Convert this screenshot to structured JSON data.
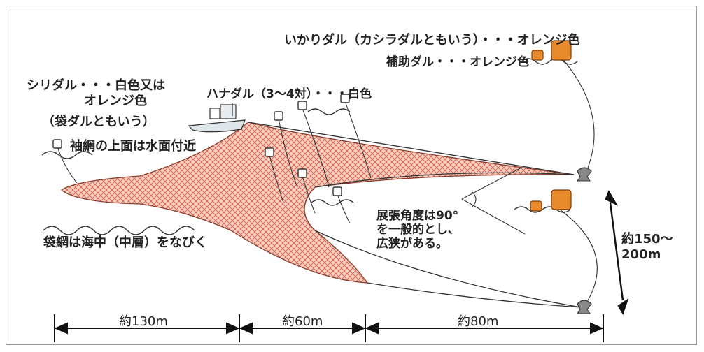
{
  "labels": {
    "anchor_buoy": "いかりダル（カシラダルともいう）・・・オレンジ色",
    "aux_buoy": "補助ダル・・・オレンジ色",
    "hana_buoy": "ハナダル（3～4対）・・・白色",
    "shiri_buoy_line1": "シリダル・・・白色又は",
    "shiri_buoy_line2": "オレンジ色",
    "fukuro_alias": "（袋ダルともいう）",
    "sode_surface": "袖網の上面は水面付近",
    "fukuro_drift": "袋網は海中（中層）をなびく",
    "angle_line1": "展張角度は90°",
    "angle_line2": "を一般的とし、",
    "angle_line3": "広狭がある。",
    "width_line1": "約150～",
    "width_line2": "200m"
  },
  "dimensions": {
    "seg1": "約130m",
    "seg2": "約60m",
    "seg3": "約80m"
  },
  "colors": {
    "net_fill": "#f4c7b8",
    "net_mesh": "#d0604a",
    "buoy_orange": "#e98a2c",
    "line": "#333333"
  }
}
